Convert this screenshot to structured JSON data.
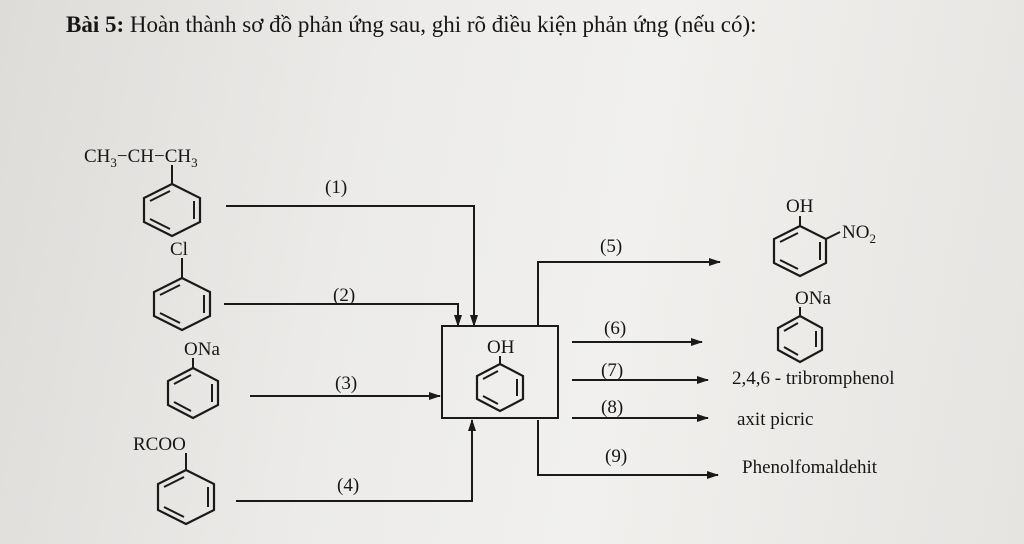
{
  "title": {
    "label": "Bài 5:",
    "text": " Hoàn thành sơ đồ phản ứng sau, ghi rõ điều kiện phản ứng (nếu có):"
  },
  "reactants": {
    "cumene_formula": "CH3−CH−CH3",
    "chlorobenzene_sub": "Cl",
    "phenoxide_sub": "ONa",
    "ester_sub": "RCOO"
  },
  "center": {
    "sub": "OH"
  },
  "steps": [
    "(1)",
    "(2)",
    "(3)",
    "(4)",
    "(5)",
    "(6)",
    "(7)",
    "(8)",
    "(9)"
  ],
  "products": {
    "p5_oh": "OH",
    "p5_no2": "NO2",
    "p6_ona": "ONa",
    "p7": "2,4,6 - tribromphenol",
    "p8": "axit picric",
    "p9": "Phenolfomaldehit"
  }
}
